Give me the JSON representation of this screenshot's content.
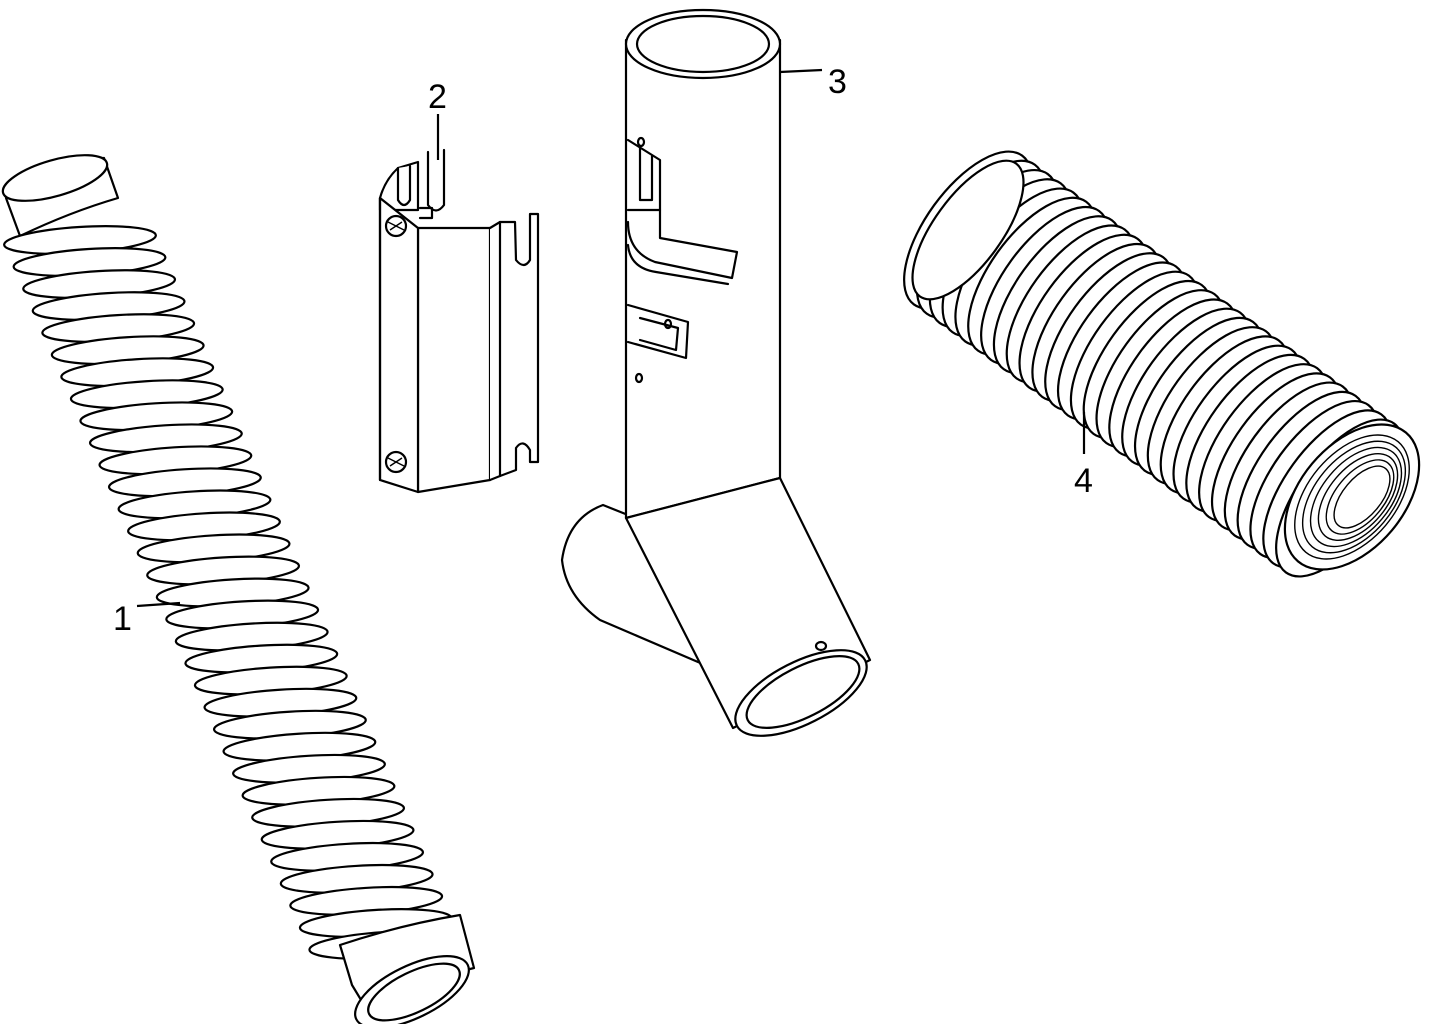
{
  "callouts": {
    "part1": "1",
    "part2": "2",
    "part3": "3",
    "part4": "4"
  },
  "parts": [
    {
      "id": "1",
      "icon": "corrugated-hose-long-icon"
    },
    {
      "id": "2",
      "icon": "mounting-clamp-bracket-icon"
    },
    {
      "id": "3",
      "icon": "y-branch-pipe-icon"
    },
    {
      "id": "4",
      "icon": "corrugated-hose-short-icon"
    }
  ],
  "colors": {
    "line": "#000000",
    "background": "#ffffff"
  }
}
